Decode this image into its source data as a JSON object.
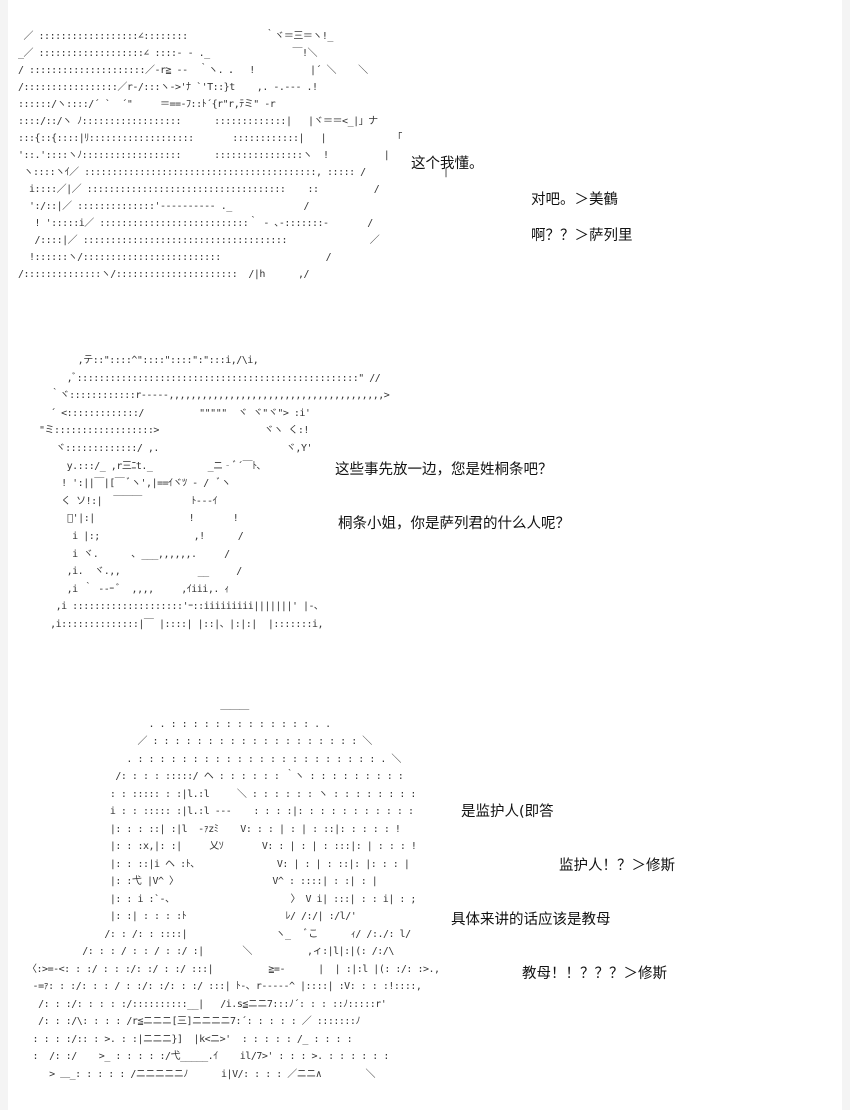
{
  "panels": [
    {
      "art": " ／ ::::::::::::::::::∠::::::::              ｀ヾ＝三＝ヽ!_\n_／ :::::::::::::::::::∠ ::::- ‐ ._               ￣!＼\n/ :::::::::::::::::::::／-r≧ -‐  ｀ヽ. ．  !          |´ ＼    ＼\n/:::::::::::::::::／r‐/:::ヽ‐>'ﾅ `'T::}t    ,. -.-‐- .!\n::::::/ヽ::::/´ `  ´\"     ＝==-ﾌ::ﾄ´{r\"r,ﾃミ\" ‐r\n::::/::/ヽ ﾉ::::::::::::::::::      :::::::::::::|   |ヾ＝＝<_|」ナ\n:::{::{::::|ﾘ:::::::::::::::::::       ::::::::::::|   |            「\n'::.'::::ヽﾉ::::::::::::::::::      ::::::::::::::::ヽ  !          |\n ヽ::::ヽｲ／ ::::::::::::::::::::::::::::::::::::::::::, ::::: /              |\n  i::::／|／ ::::::::::::::::::::::::::::::::::::    ::          /\n  ':/::|／ ::::::::::::::'‐‐‐‐‐‐‐‐‐- ._             /\n   ! ':::::i／ :::::::::::::::::::::::::::｀ ‐ ､-:::::::-       /\n   /::::|／ :::::::::::::::::::::::::::::::::::::               ／\n  !::::::ヽ/:::::::::::::::::::::::::                   /\n/::::::::::::::ヽ/::::::::::::::::::::::  /|h      ,/",
      "lines": [
        {
          "text": "这个我懂。"
        },
        {
          "text": "对吧。＞美鶴"
        },
        {
          "text": "啊？？＞萨列里"
        }
      ]
    },
    {
      "art": "         ,テ::\"::::^\"::::\"::::\":\":::i,/\\i,\n       ,ﾞ:::::::::::::::::::::::::::::::::::::::::::::::::::\" //\n    ｀ヾ::::::::::::r‐‐‐‐-,,,,,,,,,,,,,,,,,,,,,,,,,,,,,,,,,,,,,,,>\n    ´ <:::::::::::::/          \"\"\"\"\"  ヾ ヾ\"ヾ\"> :i'\n  \"ミ::::::::::::::::::>                   ヾヽ く:!\n     ヾ:::::::::::::/ ,.                       ヾ,Y'\n       y.:::/_ ,r三ﾆt._          _ニ‐ﾞ´￣ﾄ､\n      ! ':||￣|[￣ ﾞヽ',|==ｲヾﾂ ‐ /  ﾞヽ\n      く ソ!:|  ￣￣￣         ﾄ‐‐‐ｲ\n       ﾞ'|:|                 !       !\n        i |:;                 ,!      /\n        i ヾ.      ､ ___,,,,,,.     /\n       ,i.  ヾ.,,              __     /\n       ,i ｀ ‐‐ｰ ﾞ  ,,,,     ,ｲiii,. ｨ\n     ,i ::::::::::::::::::::'ｰ::iiiiiiiii|||||||' |‐､\n    ,i::::::::::::::|￣ |::::| |::|、|:|:|  |:::::::i,",
      "lines": [
        {
          "text": "这些事先放一边，您是姓桐条吧？"
        },
        {
          "text": "桐条小姐，你是萨列君的什么人呢？"
        }
      ]
    },
    {
      "art": "                                     ＿＿＿\n                        . . : : : : : : : : : : : : : . .\n                      ／ : : : : : : : : : : : : : : : : : : : ＼\n                    . : : : : : : : : : : : : : : : : : : : : : : . ＼\n                  /: : : : :::::/ ヘ : : : : : : ｀ヽ : : : : : : : : :\n                 : : ::::: : :|l.:l     ＼ : : : : : : ヽ : : : : : : : :\n                 i : : ::::: :|l.:l ‐‐‐    : : : :|: : : : : : : : : : :\n                 |: : : ::| :|l  ‐ｧzﾐ    V: : : | : | : ::|: : : : : !\n                 |: : :x,|: :|     乂ｿ       V: : | : | : :::|: | : : : !\n                 |: : ::|i ヘ :ﾄ、              V: | : | : ::|: |: : : |\n                 |: :弋 |V^ 〉                 V^ : ::::| : :| : |\n                 |: : i :`‐、                     〉 V i| :::| : : i| : ;\n                 |: :| : : : :ﾄ                  ﾚ/ /:/| :/l/'\n                /: : /: : ::::|                ヽ_   ﾞこ      ｨ/ /:./: l/\n            /: : : / : : / : :/ :|       ＼          ,ィ:|l|:|(: /:/\\\n  〈:>=-<: : :/ : : :/: :/ : :/ :::|          ≧=-      |  | :|:l |(: :/: :>.,\n   ‐=ｧ: : :/: : : / : :/: :/: : :/ :::| ﾄ-､ r‐‐‐‐‐^ |::::| :V: : : :!::::,\n    /: : :/: : : : :/::::::::::__|   /i.s≦ニニ7:::ﾉ´: : : ::ﾉ:::::r'\n    /: : :/\\: : : : /r≦ニニニ[三]ニニニニ7:´: : : : : ／ :::::::ﾉ\n   : : : :/:: : >. : :|ニニニ}]  |k<ニ>'  : : : : : /_ : : : :\n   :  /: :/    >_ : : : : :/弋_____.ｲ    il/7>' : : : >. : : : : : :\n      > ＿_: : : : : /ニニニニニﾉ      i|V/: : : : ／ニニ∧        ＼",
      "lines": [
        {
          "text": "是监护人(即答"
        },
        {
          "text": "监护人！？＞修斯"
        },
        {
          "text": "具体来讲的话应该是教母"
        },
        {
          "text": "教母！！？？？＞修斯"
        }
      ]
    }
  ]
}
